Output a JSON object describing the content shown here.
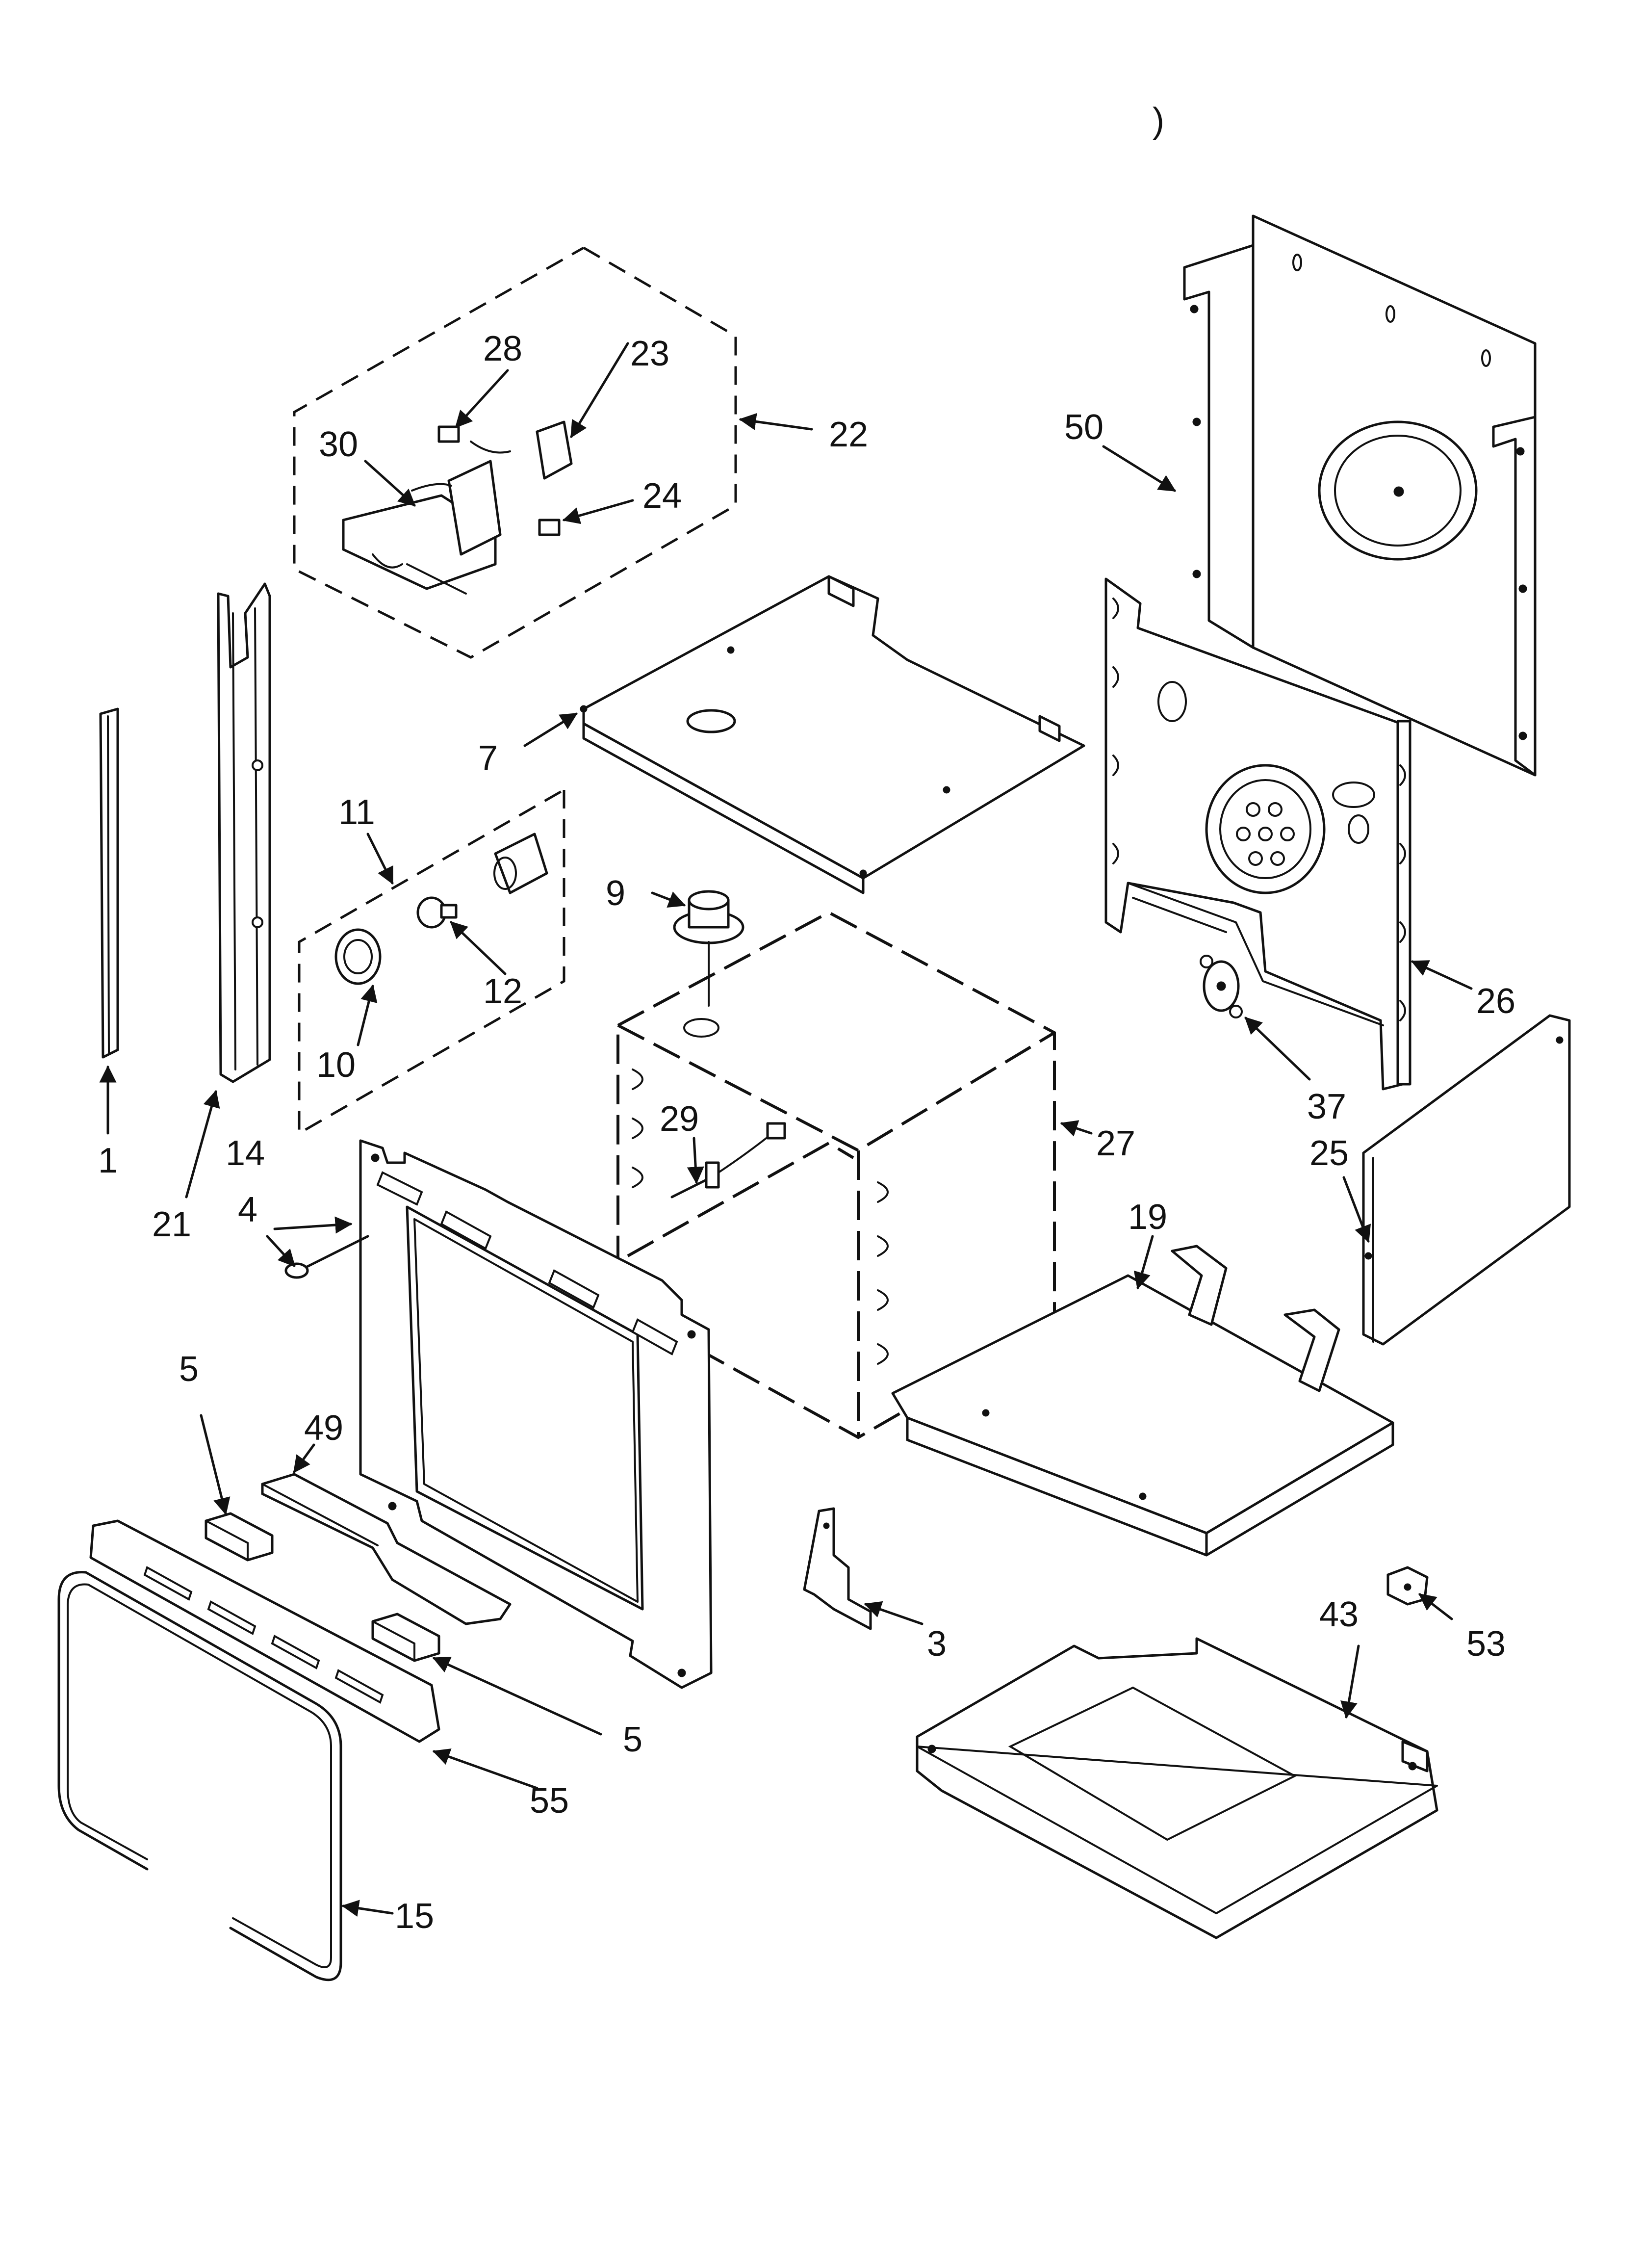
{
  "labels": {
    "n1": "1",
    "n3": "3",
    "n4": "4",
    "n5a": "5",
    "n5b": "5",
    "n7": "7",
    "n9": "9",
    "n10": "10",
    "n11": "11",
    "n12": "12",
    "n14": "14",
    "n15": "15",
    "n19": "19",
    "n21": "21",
    "n22": "22",
    "n23": "23",
    "n24": "24",
    "n25": "25",
    "n26": "26",
    "n27": "27",
    "n28": "28",
    "n29": "29",
    "n30": "30",
    "n37": "37",
    "n43": "43",
    "n49": "49",
    "n50": "50",
    "n53": "53",
    "n55": "55",
    "corner_mark": ")"
  }
}
